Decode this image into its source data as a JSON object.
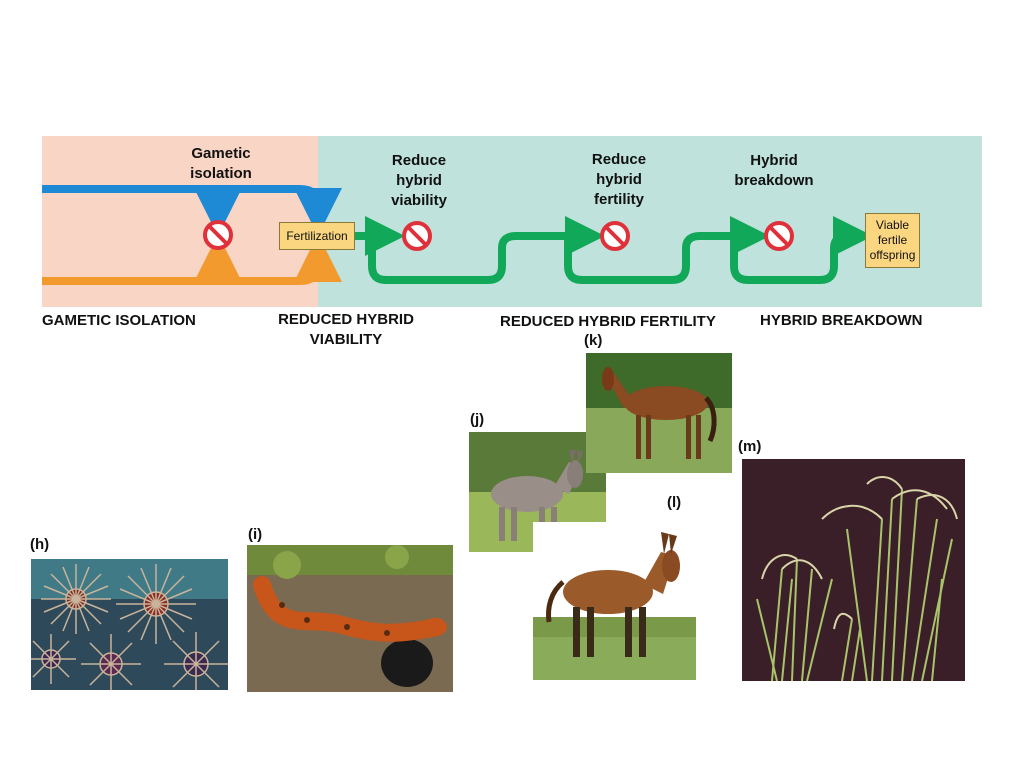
{
  "barriers": {
    "gametic": "Gametic isolation",
    "viability": "Reduce hybrid viability",
    "fertility": "Reduce hybrid fertility",
    "breakdown": "Hybrid breakdown"
  },
  "boxes": {
    "fertilization": "Fertilization",
    "offspring": "Viable fertile offspring"
  },
  "captions": {
    "gametic": "GAMETIC ISOLATION",
    "viability": "REDUCED HYBRID VIABILITY",
    "fertility": "REDUCED HYBRID FERTILITY",
    "breakdown": "HYBRID BREAKDOWN"
  },
  "photos": {
    "h": "(h)",
    "i": "(i)",
    "j": "(j)",
    "k": "(k)",
    "l": "(l)",
    "m": "(m)"
  },
  "colors": {
    "blue": "#1e8ad6",
    "orange": "#f29a2e",
    "green": "#12a85a",
    "stop": "#e0303a"
  }
}
